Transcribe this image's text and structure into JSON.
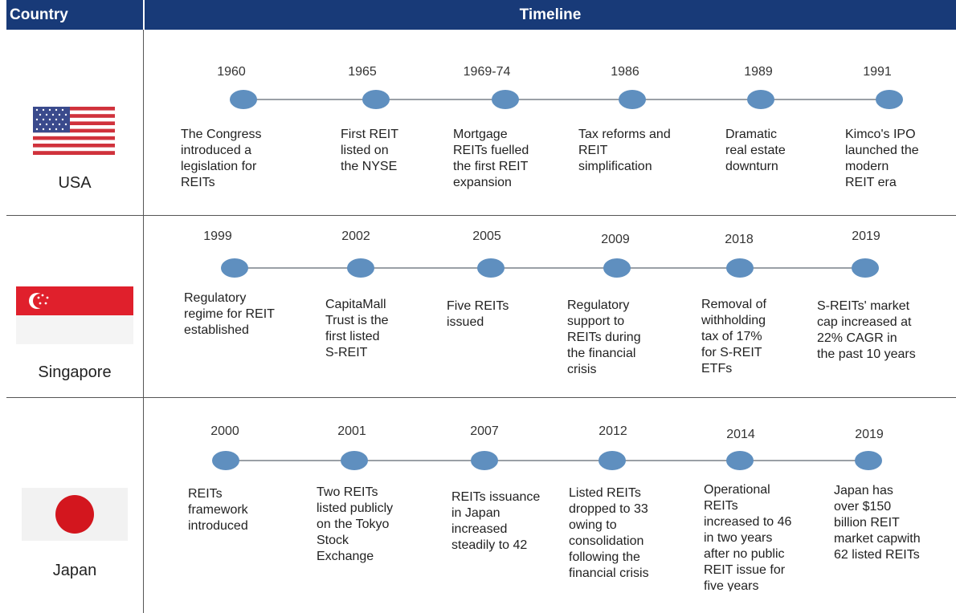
{
  "header": {
    "country_label": "Country",
    "timeline_label": "Timeline"
  },
  "rows": [
    {
      "country": "USA",
      "events": [
        {
          "year": "1960",
          "text": "The Congress\nintroduced a\nlegislation for\nREITs"
        },
        {
          "year": "1965",
          "text": "First REIT\nlisted on\nthe NYSE"
        },
        {
          "year": "1969-74",
          "text": "Mortgage\nREITs fuelled\nthe first REIT\nexpansion"
        },
        {
          "year": "1986",
          "text": "Tax reforms and\nREIT\nsimplification"
        },
        {
          "year": "1989",
          "text": "Dramatic\nreal estate\ndownturn"
        },
        {
          "year": "1991",
          "text": "Kimco's IPO\nlaunched the\nmodern\nREIT era"
        }
      ]
    },
    {
      "country": "Singapore",
      "events": [
        {
          "year": "1999",
          "text": "Regulatory\nregime for REIT\nestablished"
        },
        {
          "year": "2002",
          "text": "CapitaMall\nTrust is the\nfirst listed\nS-REIT"
        },
        {
          "year": "2005",
          "text": "Five REITs\nissued"
        },
        {
          "year": "2009",
          "text": "Regulatory\nsupport to\nREITs during\nthe financial\ncrisis"
        },
        {
          "year": "2018",
          "text": "Removal of\nwithholding\ntax of 17%\nfor S-REIT\nETFs"
        },
        {
          "year": "2019",
          "text": "S-REITs' market\ncap increased at\n22% CAGR in\nthe past 10 years"
        }
      ]
    },
    {
      "country": "Japan",
      "events": [
        {
          "year": "2000",
          "text": "REITs\nframework\nintroduced"
        },
        {
          "year": "2001",
          "text": "Two REITs\nlisted publicly\non the Tokyo\nStock\nExchange"
        },
        {
          "year": "2007",
          "text": "REITs issuance\nin Japan\nincreased\nsteadily to 42"
        },
        {
          "year": "2012",
          "text": "Listed REITs\ndropped to 33\nowing to\nconsolidation\nfollowing the\nfinancial crisis"
        },
        {
          "year": "2014",
          "text": "Operational\nREITs\nincreased to 46\nin two years\nafter no public\nREIT issue for\nfive years"
        },
        {
          "year": "2019",
          "text": "Japan has\nover $150\nbillion REIT\nmarket capwith\n62 listed REITs"
        }
      ]
    }
  ]
}
